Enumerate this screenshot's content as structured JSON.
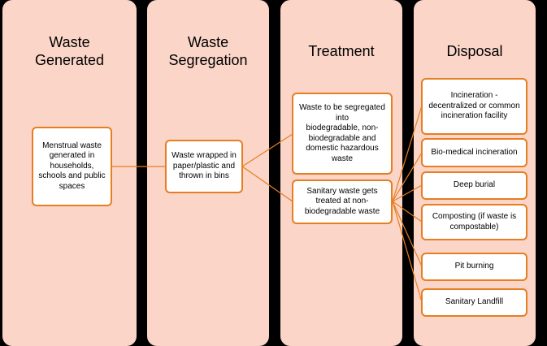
{
  "columns": [
    {
      "title": "Waste\nGenerated"
    },
    {
      "title": "Waste\nSegregation"
    },
    {
      "title": "Treatment"
    },
    {
      "title": "Disposal"
    }
  ],
  "generated": {
    "text": "Menstrual waste generated in households, schools and public spaces"
  },
  "segregation": {
    "text": "Waste wrapped in paper/plastic and thrown in bins"
  },
  "treatment": {
    "biodegradable": "Waste to be segregated into\nbiodegradable, non-biodegradable and domestic hazardous waste",
    "sanitary": "Sanitary waste gets treated at non-biodegradable waste"
  },
  "disposal": {
    "items": [
      "Incineration - decentralized or common incineration facility",
      "Bio-medical incineration",
      "Deep burial",
      "Composting (if waste is compostable)",
      "Pit burning",
      "Sanitary Landfill"
    ]
  },
  "colors": {
    "column_bg": "#fbd5c8",
    "box_border": "#e67e22",
    "background": "#000000"
  }
}
